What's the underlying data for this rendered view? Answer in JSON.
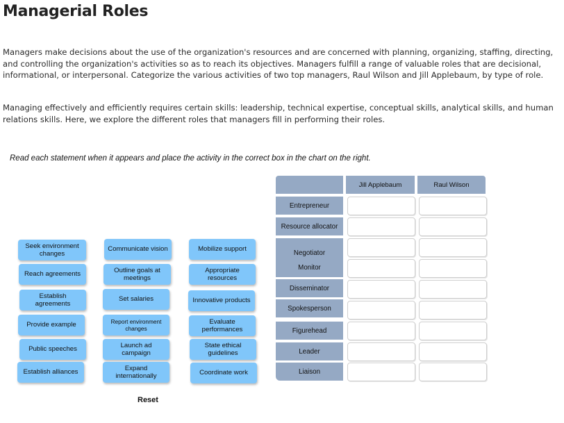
{
  "page": {
    "title": "Managerial Roles",
    "paragraphs": [
      "Managers make decisions about the use of the organization's resources and are concerned with planning, organizing, staffing, directing, and controlling the organization's activities so as to reach its objectives. Managers fulfill a range of valuable roles that are decisional, informational, or interpersonal. Categorize the various activities of two top managers, Raul Wilson and Jill Applebaum, by type of role.",
      "Managing effectively and efficiently requires certain skills: leadership, technical expertise, conceptual skills, analytical skills, and human relations skills. Here, we explore the different roles that managers fill in performing their roles."
    ],
    "instruction": "Read each statement when it appears and place the activity in the correct box in the chart on the right."
  },
  "activities": {
    "col1": [
      "Seek environment changes",
      "Reach agreements",
      "Establish agreements",
      "Provide example",
      "Public speeches",
      "Establish alliances"
    ],
    "col2": [
      "Communicate vision",
      "Outline goals at meetings",
      "Set salaries",
      "Report environment changes",
      "Launch ad campaign",
      "Expand internationally"
    ],
    "col3": [
      "Mobilize support",
      "Appropriate resources",
      "Innovative products",
      "Evaluate performances",
      "State ethical guidelines",
      "Coordinate work"
    ]
  },
  "reset_label": "Reset",
  "chart": {
    "columns": [
      "Jill Applebaum",
      "Raul Wilson"
    ],
    "roles": [
      "Entrepreneur",
      "Resource allocator",
      "Negotiator",
      "Monitor",
      "Disseminator",
      "Spokesperson",
      "Figurehead",
      "Leader",
      "Liaison"
    ]
  },
  "colors": {
    "tile": "#80c6fa",
    "header": "#95a9c4",
    "cell_border": "#cfcfcf"
  }
}
